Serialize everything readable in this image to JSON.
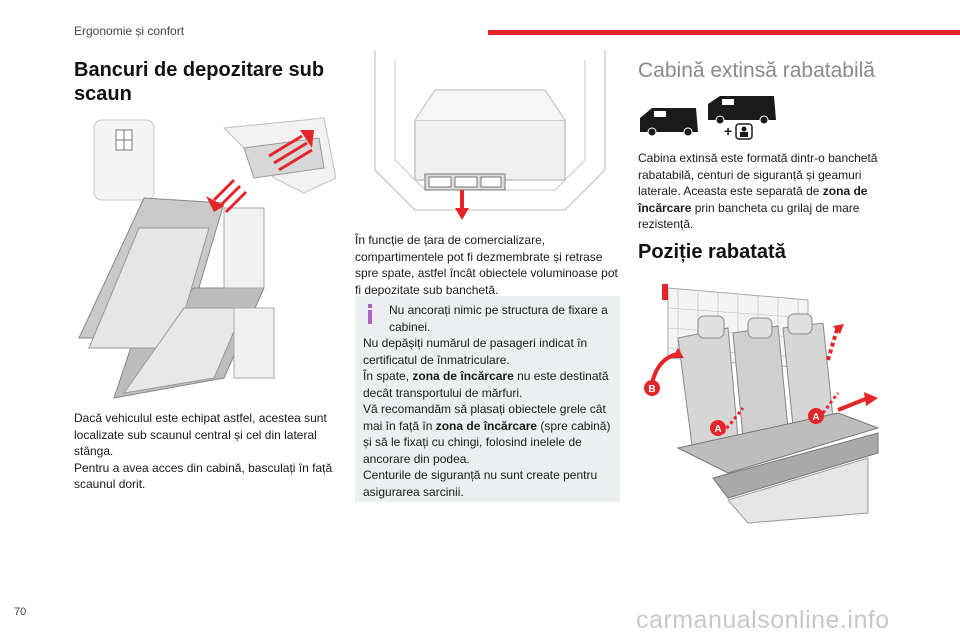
{
  "header": {
    "section": "Ergonomie și confort"
  },
  "left": {
    "title_line1": "Bancuri de depozitare sub",
    "title_line2": "scaun",
    "para1": "Dacă vehiculul este echipat astfel, acestea sunt localizate sub scaunul central și cel din lateral stânga.",
    "para2": "Pentru a avea acces din cabină, basculați în față scaunul dorit."
  },
  "middle": {
    "para": "În funcție de țara de comercializare, compartimentele pot fi dezmembrate și retrase spre spate, astfel încât obiectele voluminoase pot fi depozitate sub banchetă.",
    "note": {
      "l1": "Nu ancorați nimic pe structura de fixare a cabinei.",
      "l2": "Nu depășiți numărul de pasageri indicat în certificatul de înmatriculare.",
      "l3a": "În spate, ",
      "l3b": "zona de încărcare",
      "l3c": " nu este destinată decât transportului de mărfuri.",
      "l4a": "Vă recomandăm să plasați obiectele grele cât mai în față în ",
      "l4b": "zona de încărcare",
      "l4c": " (spre cabină) și să le fixați cu chingi, folosind inelele de ancorare din podea.",
      "l5": "Centurile de siguranță nu sunt create pentru asigurarea sarcinii."
    }
  },
  "right": {
    "title": "Cabină extinsă rabatabilă",
    "badge_plus": "+",
    "para_a": "Cabina extinsă este formată dintr-o banchetă rabatabilă, centuri de siguranță și geamuri laterale. Aceasta este separată de ",
    "para_b": "zona de încărcare",
    "para_c": " prin bancheta cu grilaj de mare rezistență.",
    "subtitle": "Poziție rabatată",
    "label_a": "A",
    "label_b": "B"
  },
  "footer": {
    "page": "70",
    "watermark": "carmanualsonline.info"
  },
  "colors": {
    "accent": "#e4262b",
    "note_bg": "#eceff0",
    "info_icon": "#b061c4"
  }
}
